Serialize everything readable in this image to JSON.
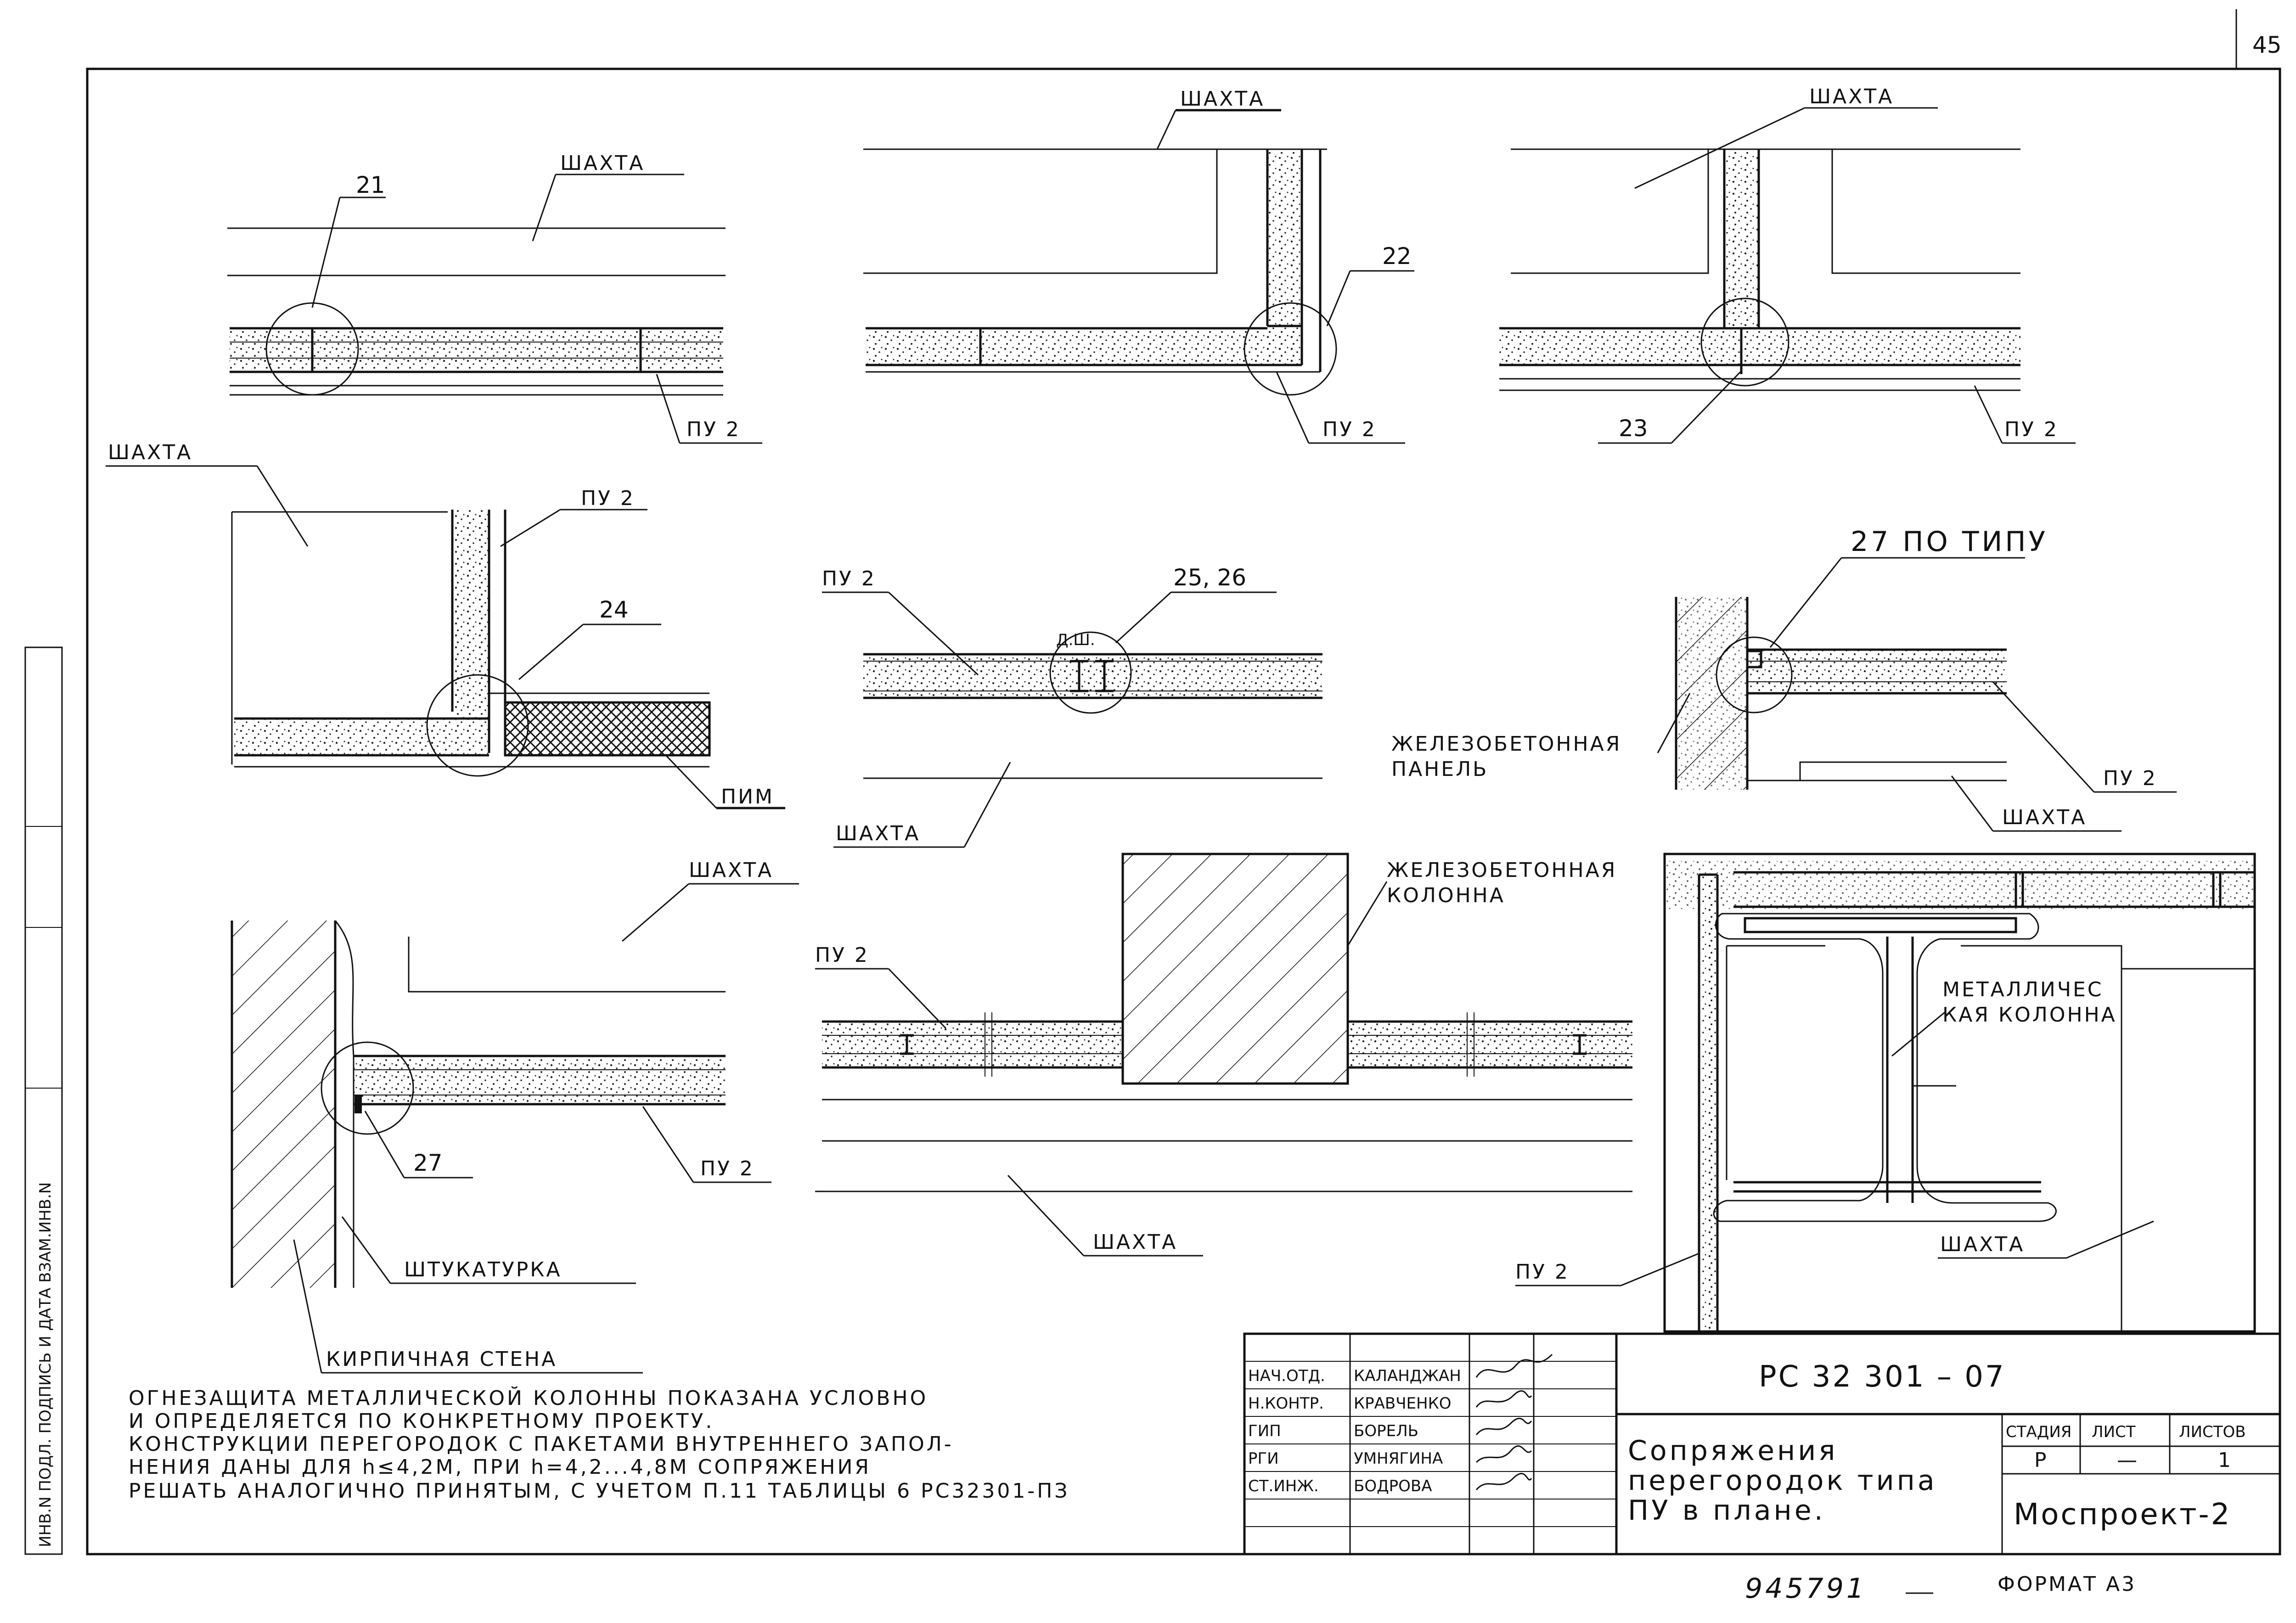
{
  "sheet": {
    "page_number": "45",
    "format_label": "ФОРМАТ  А3",
    "handwritten_number": "945791"
  },
  "details": {
    "d1": {
      "shaft": "ШАХТА",
      "callout": "21",
      "panel": "ПУ 2"
    },
    "d2": {
      "shaft": "ШАХТА",
      "callout": "22",
      "panel": "ПУ 2"
    },
    "d3": {
      "shaft": "ШАХТА",
      "callout": "23",
      "panel": "ПУ 2"
    },
    "d4": {
      "shaft": "ШАХТА",
      "panel": "ПУ 2",
      "callout": "24",
      "extra": "ПИМ"
    },
    "d5": {
      "panel": "ПУ 2",
      "callout": "25, 26",
      "dsh": "Д.Ш.",
      "shaft": "ШАХТА"
    },
    "d6": {
      "callout": "27 ПО ТИПУ",
      "panel_line1": "ЖЕЛЕЗОБЕТОННАЯ",
      "panel_line2": "ПАНЕЛЬ",
      "panel": "ПУ 2",
      "shaft": "ШАХТА"
    },
    "d7": {
      "shaft": "ШАХТА",
      "callout": "27",
      "panel": "ПУ 2",
      "plaster": "ШТУКАТУРКА",
      "wall": "КИРПИЧНАЯ  СТЕНА"
    },
    "d8": {
      "panel": "ПУ 2",
      "column_line1": "ЖЕЛЕЗОБЕТОННАЯ",
      "column_line2": "КОЛОННА",
      "shaft": "ШАХТА"
    },
    "d9": {
      "column_line1": "МЕТАЛЛИЧЕС",
      "column_line2": "КАЯ КОЛОННА",
      "shaft": "ШАХТА",
      "panel": "ПУ 2"
    }
  },
  "notes": [
    "ОГНЕЗАЩИТА МЕТАЛЛИЧЕСКОЙ КОЛОННЫ ПОКАЗАНА УСЛОВНО",
    "И ОПРЕДЕЛЯЕТСЯ ПО КОНКРЕТНОМУ ПРОЕКТУ.",
    "КОНСТРУКЦИИ ПЕРЕГОРОДОК С ПАКЕТАМИ ВНУТРЕННЕГО ЗАПОЛ-",
    "НЕНИЯ ДАНЫ ДЛЯ h≤4,2М, ПРИ h=4,2...4,8М СОПРЯЖЕНИЯ",
    "РЕШАТЬ АНАЛОГИЧНО ПРИНЯТЫМ, С УЧЕТОМ П.11 ТАБЛИЦЫ 6 РС32301-ПЗ"
  ],
  "side_stamp": "ИНВ.N ПОДЛ.  ПОДПИСЬ И ДАТА  ВЗАМ.ИНВ.N",
  "title_block": {
    "signatures": [
      {
        "role": "НАЧ.ОТД.",
        "name": "КАЛАНДЖАН"
      },
      {
        "role": "Н.КОНТР.",
        "name": "КРАВЧЕНКО"
      },
      {
        "role": "ГИП",
        "name": "БОРЕЛЬ"
      },
      {
        "role": "РГИ",
        "name": "УМНЯГИНА"
      },
      {
        "role": "СТ.ИНЖ.",
        "name": "БОДРОВА"
      }
    ],
    "code": "РС 32 301 – 07",
    "title_lines": [
      "Сопряжения",
      "перегородок  типа",
      "ПУ в плане."
    ],
    "stage_header": "СТАДИЯ",
    "sheet_header": "ЛИСТ",
    "sheets_header": "ЛИСТОВ",
    "stage": "Р",
    "sheet": "—",
    "sheets": "1",
    "org": "Моспроект-2"
  }
}
